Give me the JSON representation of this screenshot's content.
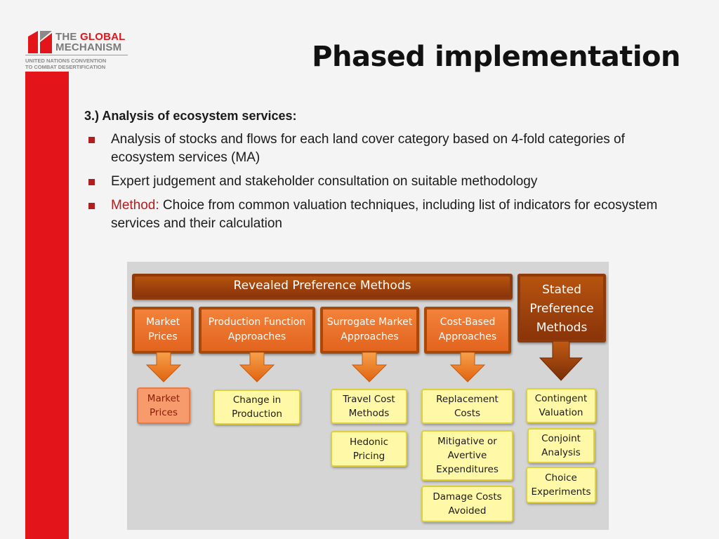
{
  "logo": {
    "the": "THE",
    "global": "GLOBAL",
    "mechanism": "MECHANISM",
    "line3": "UNITED NATIONS CONVENTION",
    "line4": "TO COMBAT DESERTIFICATION"
  },
  "title": "Phased implementation",
  "heading": "3.) Analysis of ecosystem services:",
  "bullets": {
    "b1": "Analysis of stocks and flows for each land cover category based on 4-fold categories of ecosystem services (MA)",
    "b2": "Expert judgement and stakeholder consultation on suitable methodology",
    "b3_label": "Method:",
    "b3_text": " Choice from common valuation techniques, including list of indicators for ecosystem services and their calculation"
  },
  "diagram": {
    "revealed": "Revealed Preference Methods",
    "stated": [
      "Stated",
      "Preference",
      "Methods"
    ],
    "categories": [
      {
        "line1": "Market",
        "line2": "Prices"
      },
      {
        "line1": "Production Function",
        "line2": "Approaches"
      },
      {
        "line1": "Surrogate Market",
        "line2": "Approaches"
      },
      {
        "line1": "Cost-Based",
        "line2": "Approaches"
      }
    ],
    "leaves": {
      "market": [
        "Market",
        "Prices"
      ],
      "production": [
        "Change in",
        "Production"
      ],
      "travel": [
        "Travel Cost",
        "Methods"
      ],
      "hedonic": [
        "Hedonic",
        "Pricing"
      ],
      "replacement": [
        "Replacement",
        "Costs"
      ],
      "mitigative": [
        "Mitigative or",
        "Avertive",
        "Expenditures"
      ],
      "damage": [
        "Damage Costs",
        "Avoided"
      ],
      "contingent": [
        "Contingent",
        "Valuation"
      ],
      "conjoint": [
        "Conjoint",
        "Analysis"
      ],
      "choice": [
        "Choice",
        "Experiments"
      ]
    }
  },
  "colors": {
    "accent_red": "#e3151a",
    "bullet_red": "#b01e1e",
    "dark_orange": "#8f3a0c",
    "orange": "#e2641f",
    "leaf_yellow": "#fff8a6"
  }
}
